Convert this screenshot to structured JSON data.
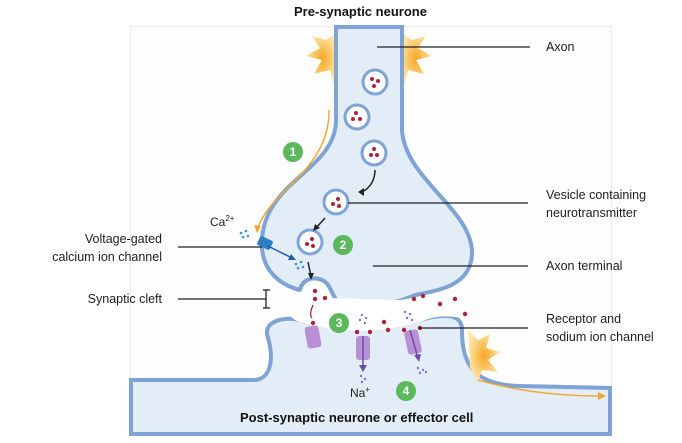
{
  "titles": {
    "top": "Pre-synaptic neurone",
    "bottom": "Post-synaptic neurone or effector cell"
  },
  "labels": {
    "axon": "Axon",
    "vesicle": [
      "Vesicle containing",
      "neurotransmitter"
    ],
    "axon_terminal": "Axon terminal",
    "receptor": [
      "Receptor and",
      "sodium ion channel"
    ],
    "calcium_channel": [
      "Voltage-gated",
      "calcium ion channel"
    ],
    "synaptic_cleft": "Synaptic cleft"
  },
  "ions": {
    "calcium": {
      "symbol": "Ca",
      "charge": "2+"
    },
    "sodium": {
      "symbol": "Na",
      "charge": "+"
    }
  },
  "steps": [
    "1",
    "2",
    "3",
    "4"
  ],
  "colors": {
    "cytoplasm": "#e3edf8",
    "membrane": "#7ea3d4",
    "membrane_dark": "#5a82bd",
    "neurotransmitter": "#b0203a",
    "receptor": "#b98fd6",
    "receptor_dark": "#8a5fb0",
    "calcium_channel": "#2f7fc6",
    "impulse": "#f0a830",
    "step_badge": "#5cb85c",
    "calcium_ion": "#2a9ad6",
    "sodium_ion": "#8b6ccf"
  }
}
